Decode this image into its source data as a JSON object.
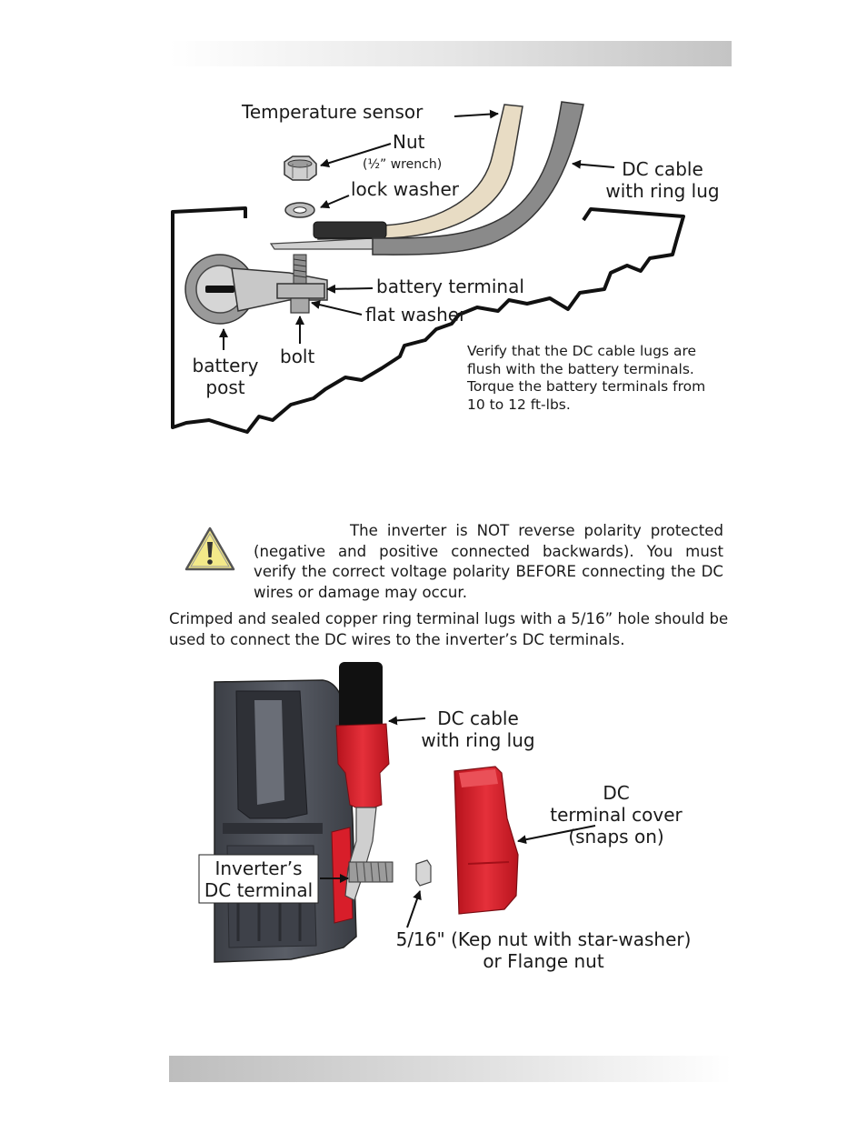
{
  "figure1": {
    "labels": {
      "temp_sensor": "Temperature sensor",
      "nut": "Nut",
      "wrench": "(½” wrench)",
      "lock_washer": "lock washer",
      "dc_cable_line1": "DC cable",
      "dc_cable_line2": "with ring lug",
      "battery_terminal": "battery terminal",
      "flat_washer": "flat washer",
      "bolt": "bolt",
      "battery_post_line1": "battery",
      "battery_post_line2": "post"
    },
    "note": "Verify that the DC cable lugs are flush with the battery terminals. Torque the battery terminals from 10 to 12 ft-lbs."
  },
  "caution": {
    "icon": "warning-triangle-icon",
    "text": "The inverter is NOT reverse polarity protected (negative and positive connected backwards). You must verify the correct voltage polarity BEFORE connecting the DC wires or damage may occur."
  },
  "body_paragraph": "Crimped and sealed copper ring terminal lugs with a 5/16” hole should be used to connect the DC wires to the inverter’s DC terminals.",
  "figure2": {
    "labels": {
      "dc_cable_line1": "DC cable",
      "dc_cable_line2": "with ring lug",
      "cover_line1": "DC",
      "cover_line2": "terminal cover",
      "cover_line3": "(snaps on)",
      "terminal_line1": "Inverter’s",
      "terminal_line2": "DC terminal",
      "nut_line1": "5/16\" (Kep nut with star-washer)",
      "nut_line2": "or Flange nut"
    }
  },
  "colors": {
    "cable_red": "#d81e2a",
    "sensor_tan": "#e8dcc4",
    "cable_gray": "#8a8a8a",
    "inverter_dark": "#4a4d55"
  }
}
